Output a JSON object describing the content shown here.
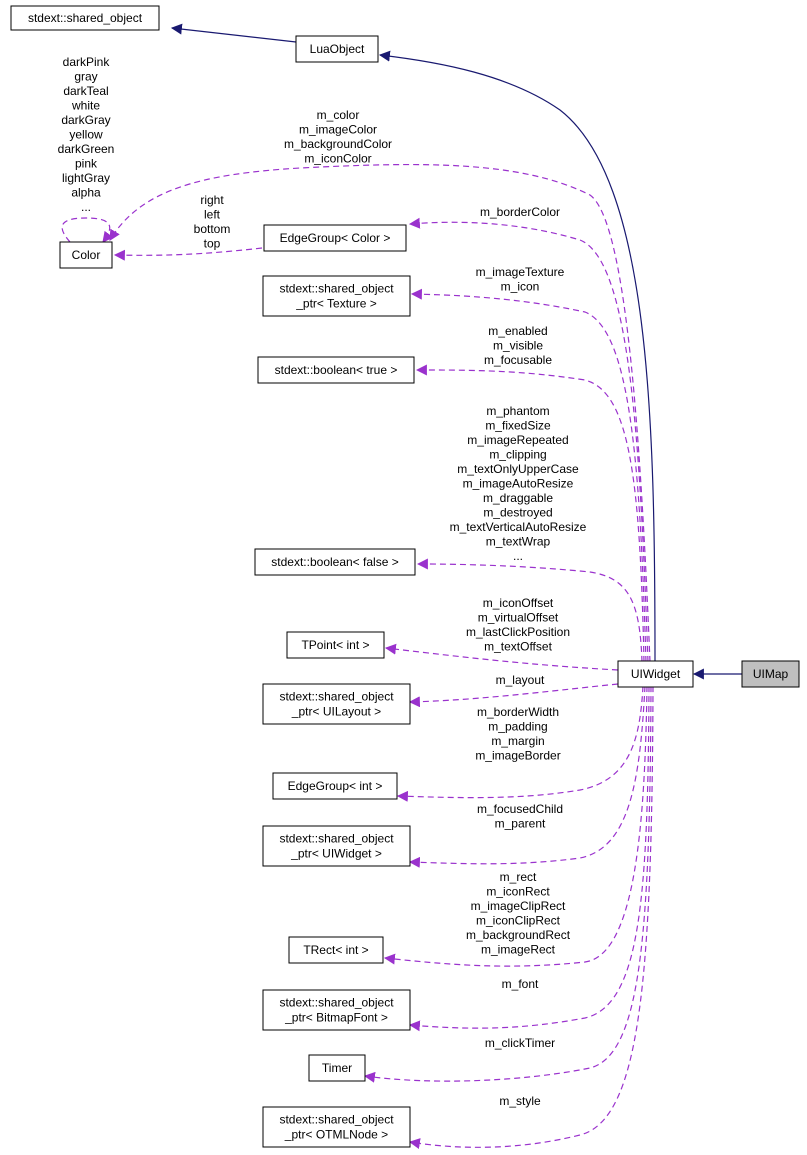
{
  "colors": {
    "inheritance": "#191970",
    "usage": "#9a32cd",
    "current_fill": "#bfbfbf"
  },
  "nodes": {
    "shared_object": [
      "stdext::shared_object"
    ],
    "luaobject": [
      "LuaObject"
    ],
    "color": [
      "Color"
    ],
    "edgegroup_color": [
      "EdgeGroup< Color >"
    ],
    "sop_texture": [
      "stdext::shared_object",
      "_ptr< Texture >"
    ],
    "bool_true": [
      "stdext::boolean< true >"
    ],
    "bool_false": [
      "stdext::boolean< false >"
    ],
    "tpoint": [
      "TPoint< int >"
    ],
    "sop_uilayout": [
      "stdext::shared_object",
      "_ptr< UILayout >"
    ],
    "edgegroup_int": [
      "EdgeGroup< int >"
    ],
    "sop_uiwidget": [
      "stdext::shared_object",
      "_ptr< UIWidget >"
    ],
    "trect": [
      "TRect< int >"
    ],
    "sop_bitmapfont": [
      "stdext::shared_object",
      "_ptr< BitmapFont >"
    ],
    "timer": [
      "Timer"
    ],
    "sop_otmlnode": [
      "stdext::shared_object",
      "_ptr< OTMLNode >"
    ],
    "uiwidget": [
      "UIWidget"
    ],
    "uimap": [
      "UIMap"
    ]
  },
  "labels": {
    "color_self": [
      "darkPink",
      "gray",
      "darkTeal",
      "white",
      "darkGray",
      "yellow",
      "darkGreen",
      "pink",
      "lightGray",
      "alpha",
      "..."
    ],
    "widget_color": [
      "m_color",
      "m_imageColor",
      "m_backgroundColor",
      "m_iconColor"
    ],
    "edge_sides": [
      "right",
      "left",
      "bottom",
      "top"
    ],
    "border_color": [
      "m_borderColor"
    ],
    "texture": [
      "m_imageTexture",
      "m_icon"
    ],
    "bool_true": [
      "m_enabled",
      "m_visible",
      "m_focusable"
    ],
    "bool_false": [
      "m_phantom",
      "m_fixedSize",
      "m_imageRepeated",
      "m_clipping",
      "m_textOnlyUpperCase",
      "m_imageAutoResize",
      "m_draggable",
      "m_destroyed",
      "m_textVerticalAutoResize",
      "m_textWrap",
      "..."
    ],
    "tpoint": [
      "m_iconOffset",
      "m_virtualOffset",
      "m_lastClickPosition",
      "m_textOffset"
    ],
    "layout": [
      "m_layout"
    ],
    "edge_int": [
      "m_borderWidth",
      "m_padding",
      "m_margin",
      "m_imageBorder"
    ],
    "widget_ptr": [
      "m_focusedChild",
      "m_parent"
    ],
    "rect": [
      "m_rect",
      "m_iconRect",
      "m_imageClipRect",
      "m_iconClipRect",
      "m_backgroundRect",
      "m_imageRect"
    ],
    "font": [
      "m_font"
    ],
    "timer": [
      "m_clickTimer"
    ],
    "style": [
      "m_style"
    ]
  }
}
